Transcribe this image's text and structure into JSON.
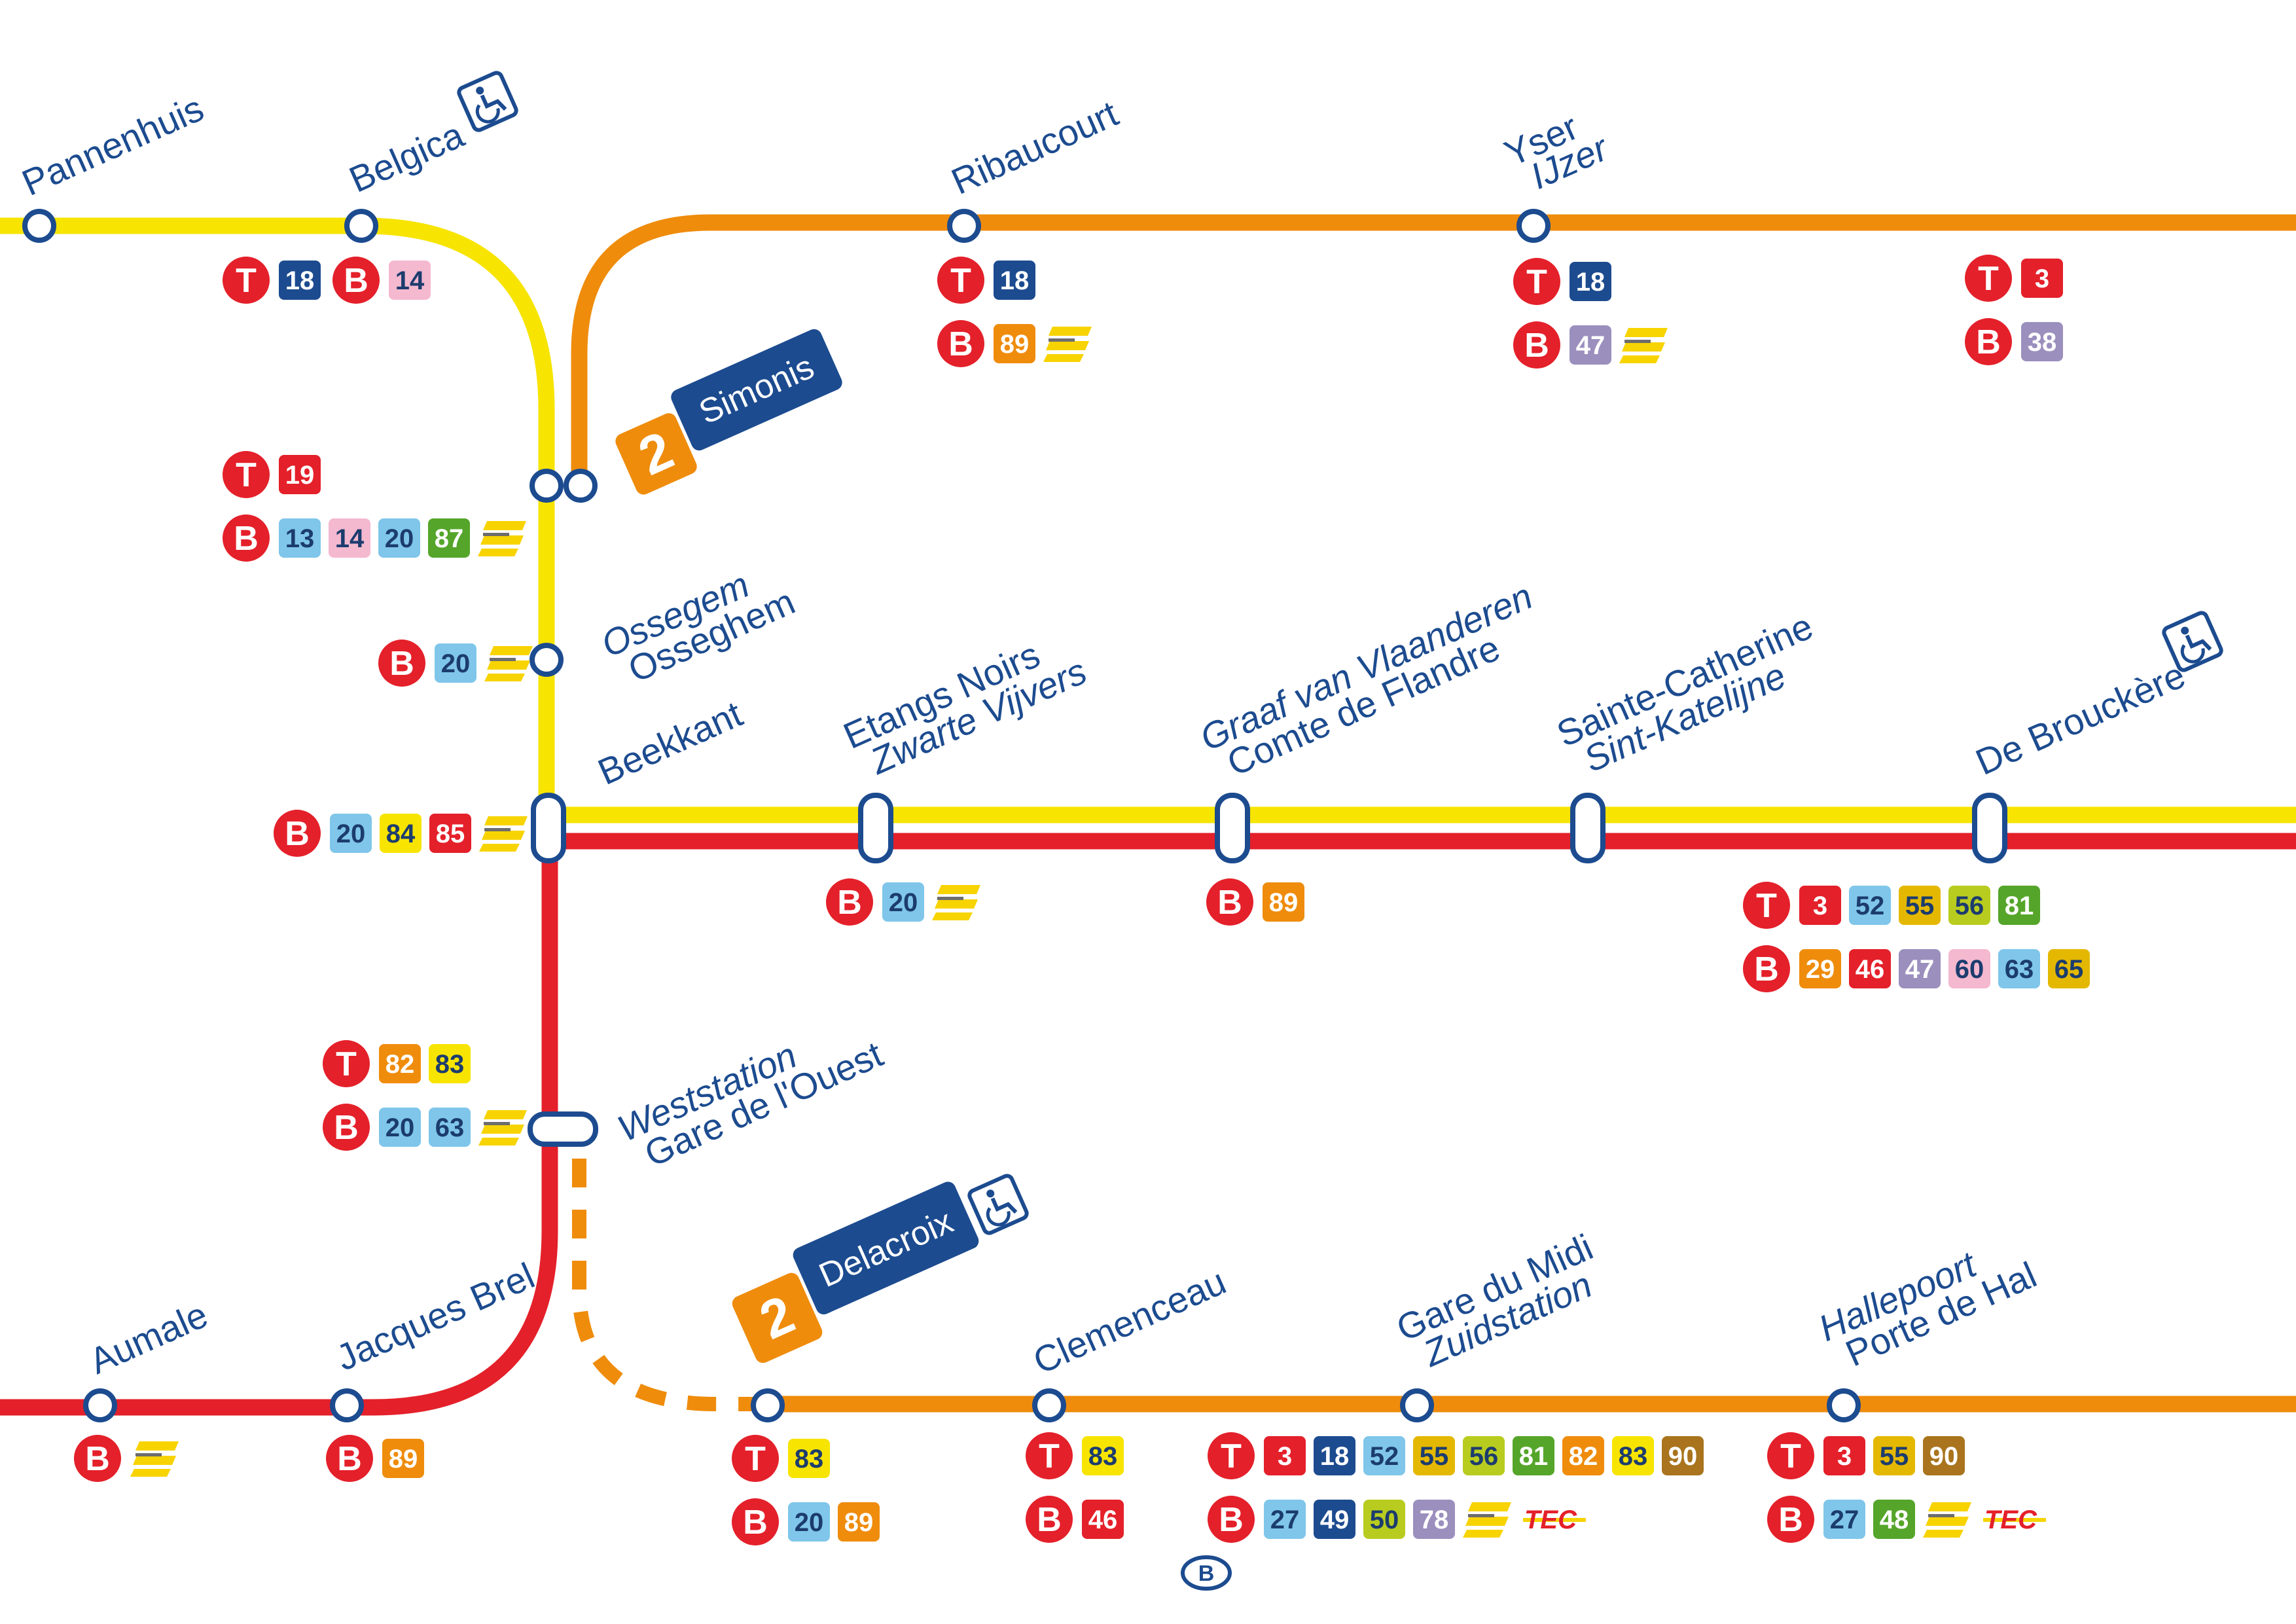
{
  "colors": {
    "yellow": "#f7e400",
    "orange": "#ef8c0c",
    "red": "#e4202a",
    "navy": "#1c4b8f",
    "de_lijn_yellow": "#f7d300",
    "grey_logo": "#6d6d6d"
  },
  "icons": {
    "tram": "T",
    "bus": "B",
    "wheelchair": "wheelchair-icon",
    "sncb": "sncb-logo-icon",
    "tec": "TEC",
    "de_lijn": "de-lijn-logo-icon"
  },
  "terminals": [
    {
      "id": "simonis",
      "line": "2",
      "name": "Simonis"
    },
    {
      "id": "delacroix",
      "line": "2",
      "name": "Delacroix"
    }
  ],
  "stations": [
    {
      "id": "pannenhuis",
      "lines": [
        "Pannenhuis"
      ]
    },
    {
      "id": "belgica",
      "lines": [
        "Belgica"
      ]
    },
    {
      "id": "ribaucourt",
      "lines": [
        "Ribaucourt"
      ]
    },
    {
      "id": "yser",
      "lines": [
        "Yser",
        "IJzer"
      ]
    },
    {
      "id": "ossegem",
      "lines": [
        "Ossegem",
        "Osseghem"
      ]
    },
    {
      "id": "beekkant",
      "lines": [
        "Beekkant"
      ]
    },
    {
      "id": "etangs",
      "lines": [
        "Etangs Noirs",
        "Zwarte Vijvers"
      ]
    },
    {
      "id": "graaf",
      "lines": [
        "Graaf van Vlaanderen",
        "Comte de Flandre"
      ]
    },
    {
      "id": "catherine",
      "lines": [
        "Sainte-Catherine",
        "Sint-Katelijne"
      ]
    },
    {
      "id": "debrouckere",
      "lines": [
        "De Brouckère"
      ]
    },
    {
      "id": "weststation",
      "lines": [
        "Weststation",
        "Gare de l'Ouest"
      ]
    },
    {
      "id": "aumale",
      "lines": [
        "Aumale"
      ]
    },
    {
      "id": "jacquesbrel",
      "lines": [
        "Jacques Brel"
      ]
    },
    {
      "id": "clemenceau",
      "lines": [
        "Clemenceau"
      ]
    },
    {
      "id": "midi",
      "lines": [
        "Gare du Midi",
        "Zuidstation"
      ]
    },
    {
      "id": "hallepoort",
      "lines": [
        "Hallepoort",
        "Porte de Hal"
      ]
    }
  ],
  "connections": [
    {
      "id": "belgica",
      "rows": [
        {
          "mode": "T",
          "lines": [
            "18"
          ],
          "extra": [
            {
              "mode": "B",
              "lines": [
                "14"
              ]
            }
          ]
        }
      ]
    },
    {
      "id": "ribaucourt",
      "rows": [
        {
          "mode": "T",
          "lines": [
            "18"
          ]
        },
        {
          "mode": "B",
          "lines": [
            "89"
          ],
          "delijn": true
        }
      ]
    },
    {
      "id": "yser",
      "rows": [
        {
          "mode": "T",
          "lines": [
            "18"
          ]
        },
        {
          "mode": "B",
          "lines": [
            "47"
          ],
          "delijn": true
        }
      ]
    },
    {
      "id": "rogier",
      "rows": [
        {
          "mode": "T",
          "lines": [
            "3"
          ]
        },
        {
          "mode": "B",
          "lines": [
            "38"
          ]
        }
      ]
    },
    {
      "id": "simonis",
      "rows": [
        {
          "mode": "T",
          "lines": [
            "19"
          ]
        },
        {
          "mode": "B",
          "lines": [
            "13",
            "14",
            "20",
            "87"
          ],
          "delijn": true
        }
      ]
    },
    {
      "id": "ossegem",
      "rows": [
        {
          "mode": "B",
          "lines": [
            "20"
          ],
          "delijn": true
        }
      ]
    },
    {
      "id": "beekkant",
      "rows": [
        {
          "mode": "B",
          "lines": [
            "20",
            "84",
            "85"
          ],
          "delijn": true
        }
      ]
    },
    {
      "id": "etangs",
      "rows": [
        {
          "mode": "B",
          "lines": [
            "20"
          ],
          "delijn": true
        }
      ]
    },
    {
      "id": "graaf",
      "rows": [
        {
          "mode": "B",
          "lines": [
            "89"
          ]
        }
      ]
    },
    {
      "id": "debrouckere",
      "rows": [
        {
          "mode": "T",
          "lines": [
            "3",
            "52",
            "55",
            "56",
            "81"
          ]
        },
        {
          "mode": "B",
          "lines": [
            "29",
            "46",
            "47",
            "60",
            "63",
            "65"
          ]
        }
      ]
    },
    {
      "id": "weststation",
      "rows": [
        {
          "mode": "T",
          "lines": [
            "82",
            "83"
          ]
        },
        {
          "mode": "B",
          "lines": [
            "20",
            "63"
          ],
          "delijn": true
        }
      ]
    },
    {
      "id": "aumale",
      "rows": [
        {
          "mode": "B",
          "lines": [],
          "delijn": true
        }
      ]
    },
    {
      "id": "jacquesbrel",
      "rows": [
        {
          "mode": "B",
          "lines": [
            "89"
          ]
        }
      ]
    },
    {
      "id": "delacroix",
      "rows": [
        {
          "mode": "T",
          "lines": [
            "83"
          ]
        },
        {
          "mode": "B",
          "lines": [
            "20",
            "89"
          ]
        }
      ]
    },
    {
      "id": "clemenceau",
      "rows": [
        {
          "mode": "T",
          "lines": [
            "83"
          ]
        },
        {
          "mode": "B",
          "lines": [
            "46"
          ]
        }
      ]
    },
    {
      "id": "midi",
      "rows": [
        {
          "mode": "T",
          "lines": [
            "3",
            "18",
            "52",
            "55",
            "56",
            "81",
            "82",
            "83",
            "90"
          ]
        },
        {
          "mode": "B",
          "lines": [
            "27",
            "49",
            "50",
            "78"
          ],
          "delijn": true,
          "tec": true
        }
      ]
    },
    {
      "id": "hallepoort",
      "rows": [
        {
          "mode": "T",
          "lines": [
            "3",
            "55",
            "90"
          ]
        },
        {
          "mode": "B",
          "lines": [
            "27",
            "48"
          ],
          "delijn": true,
          "tec": true
        }
      ]
    }
  ],
  "line_colors": {
    "3": [
      "#e4202a",
      "#ffffff"
    ],
    "13": [
      "#7fc6ea",
      "#1c3c6e"
    ],
    "14": [
      "#f4b8cf",
      "#1c3c6e"
    ],
    "18": [
      "#1c4b8f",
      "#ffffff"
    ],
    "19": [
      "#e4202a",
      "#ffffff"
    ],
    "20": [
      "#7fc6ea",
      "#1c3c6e"
    ],
    "27": [
      "#7fc6ea",
      "#1c3c6e"
    ],
    "29": [
      "#ef8c0c",
      "#ffffff"
    ],
    "38": [
      "#9b8fbe",
      "#ffffff"
    ],
    "46": [
      "#e4202a",
      "#ffffff"
    ],
    "47": [
      "#9b8fbe",
      "#ffffff"
    ],
    "48": [
      "#55a52a",
      "#ffffff"
    ],
    "49": [
      "#1c4b8f",
      "#ffffff"
    ],
    "50": [
      "#b8cc1f",
      "#1c3c6e"
    ],
    "52": [
      "#7fc6ea",
      "#1c3c6e"
    ],
    "55": [
      "#e4b800",
      "#1c3c6e"
    ],
    "56": [
      "#b8cc1f",
      "#1c3c6e"
    ],
    "60": [
      "#f4b8cf",
      "#1c3c6e"
    ],
    "63": [
      "#7fc6ea",
      "#1c3c6e"
    ],
    "65": [
      "#e4b800",
      "#1c3c6e"
    ],
    "78": [
      "#9b8fbe",
      "#ffffff"
    ],
    "81": [
      "#55a52a",
      "#ffffff"
    ],
    "82": [
      "#ef8c0c",
      "#ffffff"
    ],
    "83": [
      "#f7e400",
      "#1c3c6e"
    ],
    "84": [
      "#f7e400",
      "#1c3c6e"
    ],
    "85": [
      "#e4202a",
      "#ffffff"
    ],
    "87": [
      "#55a52a",
      "#ffffff"
    ],
    "89": [
      "#ef8c0c",
      "#ffffff"
    ],
    "90": [
      "#a9741d",
      "#ffffff"
    ]
  }
}
